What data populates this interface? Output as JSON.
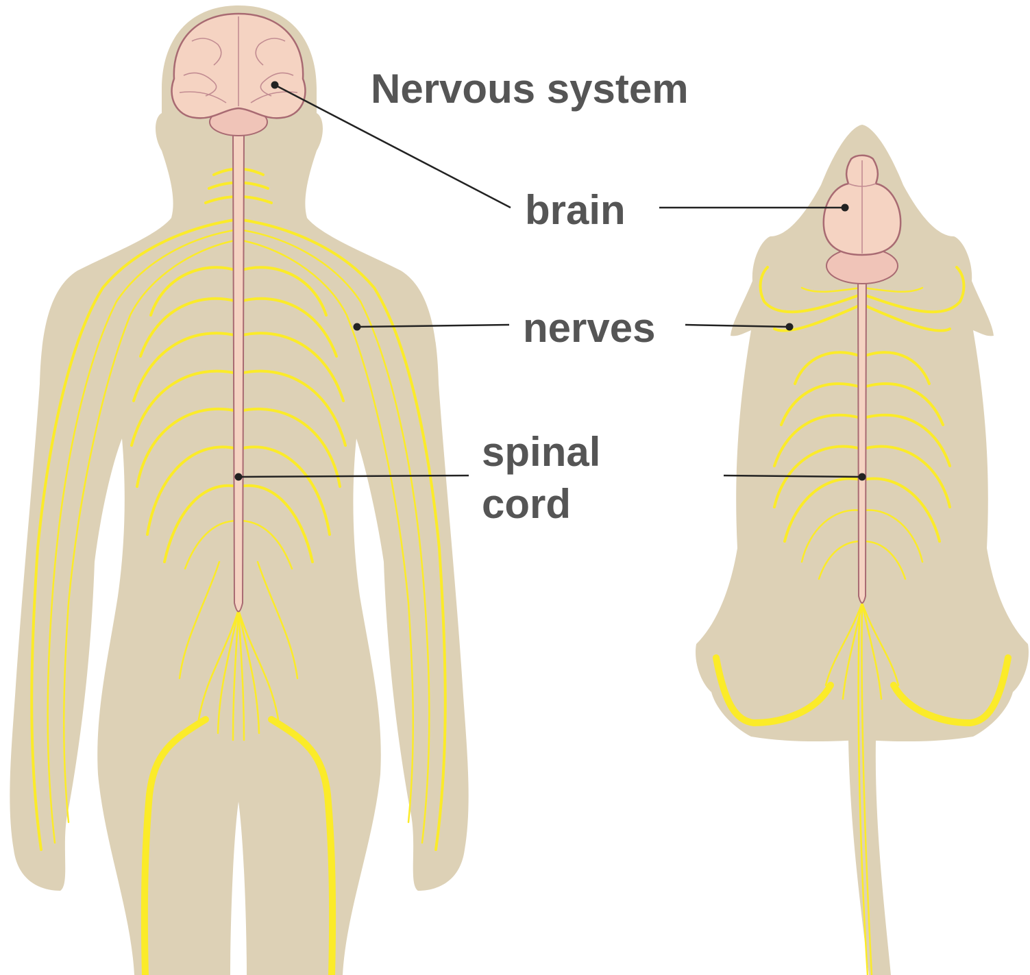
{
  "title": "Nervous system",
  "labels": {
    "brain": "brain",
    "nerves": "nerves",
    "spinal_line1": "spinal",
    "spinal_line2": "cord"
  },
  "colors": {
    "background": "#ffffff",
    "body_silhouette": "#ddd1b6",
    "nerves": "#fbeb29",
    "brain": "#f5d3c2",
    "brain_outline": "#a86a72",
    "label_text": "#555555",
    "leader_lines": "#222222"
  },
  "figures": [
    "human-back-view",
    "rodent-dorsal-view"
  ]
}
